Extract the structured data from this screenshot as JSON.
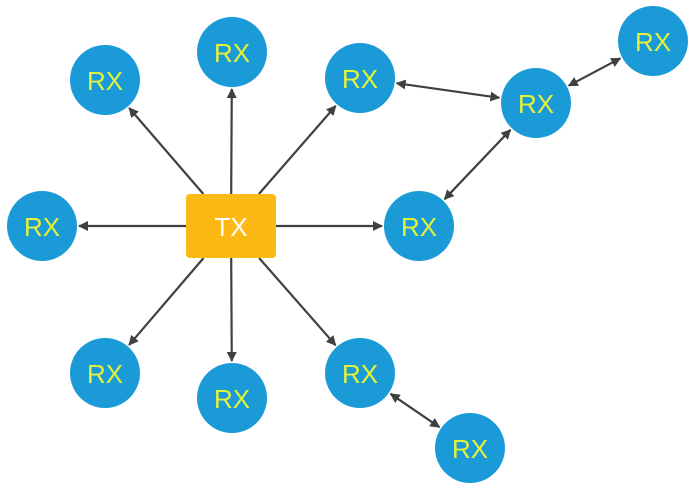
{
  "colors": {
    "tx_fill": "#FDB913",
    "tx_text": "#FFFFFF",
    "rx_fill": "#1A9BD7",
    "rx_text": "#E6F23A",
    "edge": "#404040"
  },
  "tx": {
    "label": "TX"
  },
  "rx_nodes": [
    {
      "id": "rx-top-left",
      "label": "RX"
    },
    {
      "id": "rx-top",
      "label": "RX"
    },
    {
      "id": "rx-upper-right",
      "label": "RX"
    },
    {
      "id": "rx-relay-right",
      "label": "RX"
    },
    {
      "id": "rx-far-top-right",
      "label": "RX"
    },
    {
      "id": "rx-right",
      "label": "RX"
    },
    {
      "id": "rx-left",
      "label": "RX"
    },
    {
      "id": "rx-bottom-left",
      "label": "RX"
    },
    {
      "id": "rx-bottom",
      "label": "RX"
    },
    {
      "id": "rx-lower-right",
      "label": "RX"
    },
    {
      "id": "rx-far-bottom-right",
      "label": "RX"
    }
  ],
  "edges": [
    {
      "from": "tx",
      "to": "rx-top-left",
      "bidirectional": false
    },
    {
      "from": "tx",
      "to": "rx-top",
      "bidirectional": false
    },
    {
      "from": "tx",
      "to": "rx-upper-right",
      "bidirectional": false
    },
    {
      "from": "tx",
      "to": "rx-left",
      "bidirectional": false
    },
    {
      "from": "tx",
      "to": "rx-right",
      "bidirectional": false
    },
    {
      "from": "tx",
      "to": "rx-bottom-left",
      "bidirectional": false
    },
    {
      "from": "tx",
      "to": "rx-bottom",
      "bidirectional": false
    },
    {
      "from": "tx",
      "to": "rx-lower-right",
      "bidirectional": false
    },
    {
      "from": "rx-upper-right",
      "to": "rx-relay-right",
      "bidirectional": true
    },
    {
      "from": "rx-relay-right",
      "to": "rx-far-top-right",
      "bidirectional": true
    },
    {
      "from": "rx-relay-right",
      "to": "rx-right",
      "bidirectional": true
    },
    {
      "from": "rx-lower-right",
      "to": "rx-far-bottom-right",
      "bidirectional": true
    }
  ]
}
